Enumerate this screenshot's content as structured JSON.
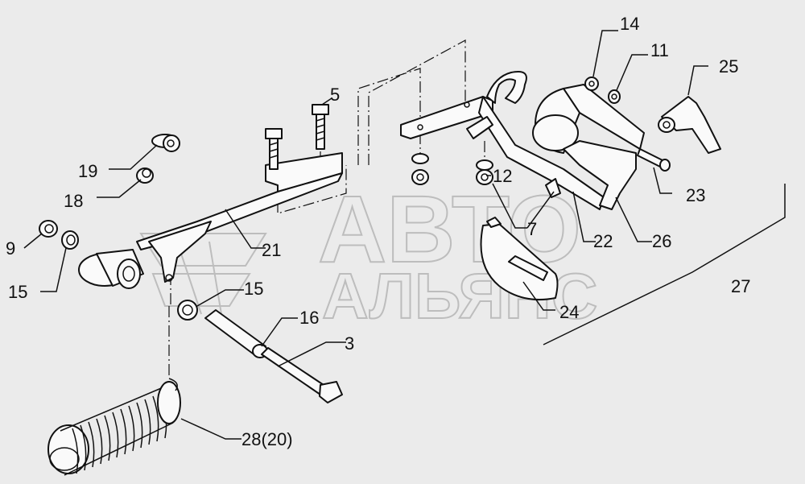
{
  "watermark": {
    "line1": "АВТО",
    "line2": "АЛЬЯНС"
  },
  "labels": {
    "p14": "14",
    "p11": "11",
    "p25": "25",
    "p5": "5",
    "p19": "19",
    "p18": "18",
    "p12": "12",
    "p23": "23",
    "p7": "7",
    "p9": "9",
    "p21": "21",
    "p22": "22",
    "p26": "26",
    "p27": "27",
    "p15a": "15",
    "p15b": "15",
    "p16": "16",
    "p24": "24",
    "p3": "3",
    "p28": "28(20)"
  }
}
